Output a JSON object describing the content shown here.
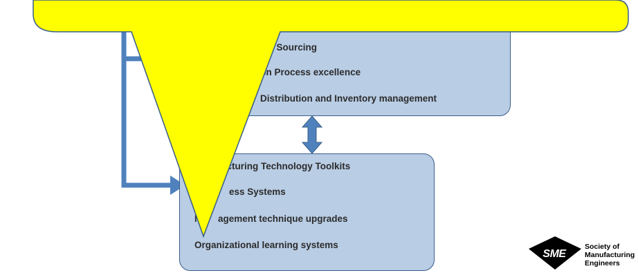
{
  "top_box": {
    "items": [
      "obal Sourcing",
      "tion Process excellence",
      "Distribution and Inventory management"
    ]
  },
  "bottom_box": {
    "items": [
      "acturing Technology Toolkits",
      "ess Systems",
      "agement technique upgrades",
      "Organizational learning systems"
    ]
  },
  "bottom_box_fragments": {
    "m_left": "M"
  },
  "logo": {
    "mark": "SME",
    "lines": [
      "Society of",
      "Manufacturing",
      "Engineers"
    ]
  },
  "colors": {
    "box_fill": "#b9cde5",
    "box_border": "#385d8a",
    "arrow": "#4f81bd",
    "callout": "#ffff00"
  }
}
